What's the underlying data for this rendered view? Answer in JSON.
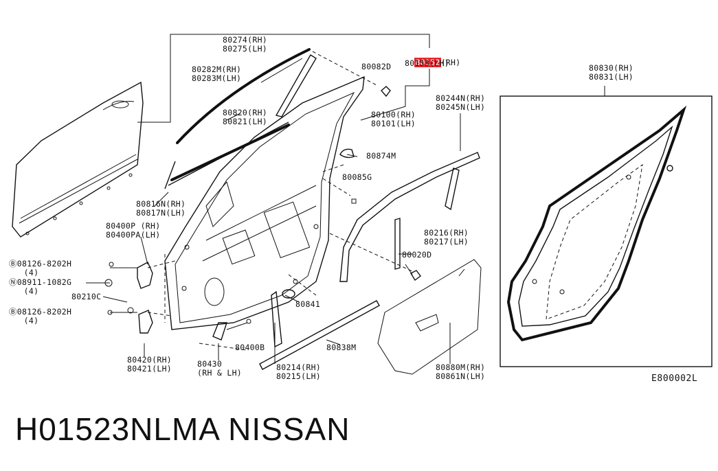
{
  "labels": {
    "p80274": "80274(RH)\n80275(LH)",
    "p80282m": "80282M(RH)\n80283M(LH)",
    "p80152_code": "80152",
    "p80152_suffix": "(RH)",
    "p80153": "80153(LH)",
    "p80082d": "80082D",
    "p80820": "80820(RH)\n80821(LH)",
    "p80100": "80100(RH)\n80101(LH)",
    "p80244n": "80244N(RH)\n80245N(LH)",
    "p80874m": "80874M",
    "p80085g": "80085G",
    "p80816n": "80816N(RH)\n80817N(LH)",
    "p80400p": "80400P (RH)\n80400PA(LH)",
    "p08126_top": "Ⓑ08126-8202H\n   (4)",
    "p08911": "Ⓝ08911-1082G\n   (4)",
    "p80210c": "80210C",
    "p08126_bottom": "Ⓑ08126-8202H\n   (4)",
    "p80216": "80216(RH)\n80217(LH)",
    "p80020d": "80020D",
    "p80841": "80841",
    "p80838m": "80838M",
    "p80400b": "80400B",
    "p80420": "80420(RH)\n80421(LH)",
    "p80430": "80430\n(RH & LH)",
    "p80214": "80214(RH)\n80215(LH)",
    "p80880m": "80880M(RH)\n80861N(LH)",
    "p80830": "80830(RH)\n80831(LH)"
  },
  "drawing_id": "E800002L",
  "caption": "H01523NLMA   NISSAN",
  "colors": {
    "highlight": "#e8262c",
    "ink": "#111111",
    "background": "#ffffff"
  }
}
